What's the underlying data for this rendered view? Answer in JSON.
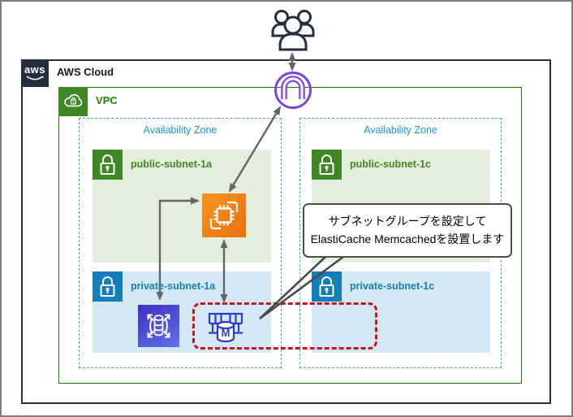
{
  "aws_cloud": {
    "label": "AWS Cloud",
    "logo_text": "aws"
  },
  "vpc": {
    "label": "VPC"
  },
  "zones": [
    {
      "label": "Availability Zone",
      "public_subnet": "public-subnet-1a",
      "private_subnet": "private-subnet-1a"
    },
    {
      "label": "Availability Zone",
      "public_subnet": "public-subnet-1c",
      "private_subnet": "private-subnet-1c"
    }
  ],
  "nodes": {
    "users": "users",
    "internet_gateway": "internet-gateway",
    "ec2_instance": "ec2-instance",
    "elasticache": "elasticache",
    "elasticache_memcached": "elasticache-memcached-node"
  },
  "memcached_monogram": "M",
  "callout": {
    "line1": "サブネットグループを設定して",
    "line2": "ElastiCache Memcachedを設置します"
  },
  "colors": {
    "aws_dark": "#232F3E",
    "vpc_border_green": "#1D8102",
    "subnet_green": "#3F8624",
    "subnet_green_fill": "#E3EFDC",
    "subnet_blue": "#147EBA",
    "subnet_blue_fill": "#D4E8F4",
    "az_blue": "#1A96D5",
    "ec2_orange": "#ED7100",
    "elasticache_indigo": "#3E30BE",
    "memcached_blue": "#2C3BC8",
    "igw_purple": "#7B46D6",
    "arrow_gray": "#666666",
    "highlight_red": "#C7131F"
  }
}
